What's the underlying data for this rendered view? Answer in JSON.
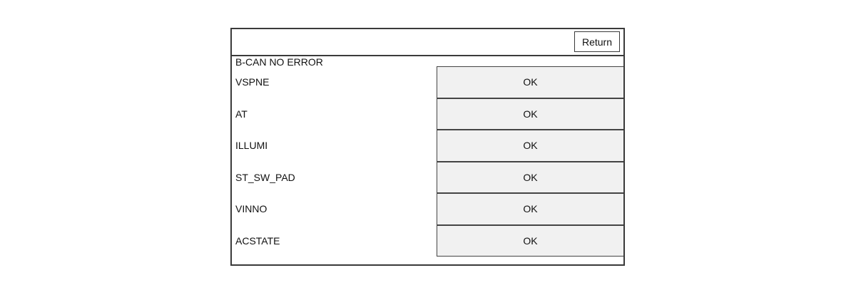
{
  "header": {
    "return_label": "Return"
  },
  "section": {
    "title": "B-CAN NO ERROR"
  },
  "rows": [
    {
      "label": "VSPNE",
      "value": "OK"
    },
    {
      "label": "AT",
      "value": "OK"
    },
    {
      "label": "ILLUMI",
      "value": "OK"
    },
    {
      "label": "ST_SW_PAD",
      "value": "OK"
    },
    {
      "label": "VINNO",
      "value": "OK"
    },
    {
      "label": "ACSTATE",
      "value": "OK"
    }
  ]
}
